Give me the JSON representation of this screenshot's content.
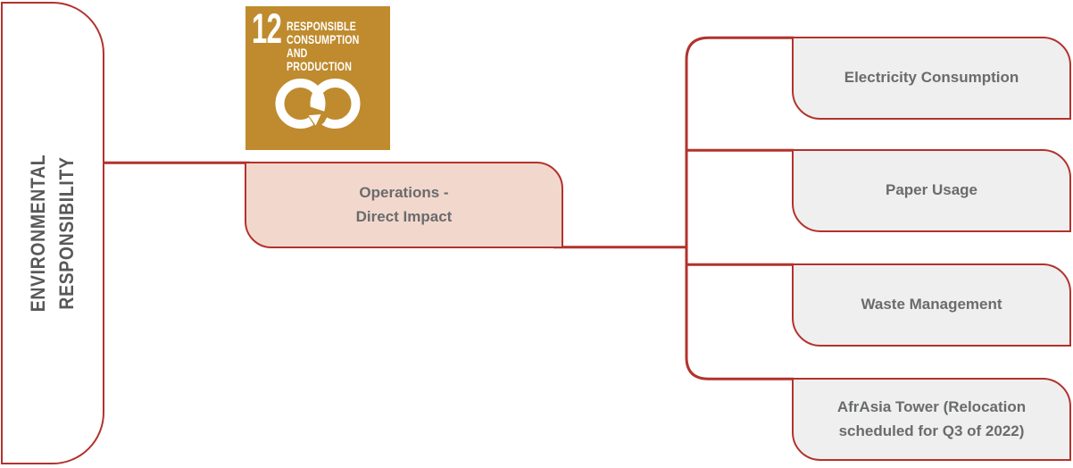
{
  "root": {
    "title": "ENVIRONMENTAL\nRESPONSIBILITY"
  },
  "sdg_badge": {
    "number": "12",
    "title": "RESPONSIBLE\nCONSUMPTION\nAND PRODUCTION",
    "icon": "infinity-loop-arrow-icon",
    "background": "#bf8b2e"
  },
  "mid_node": {
    "label": "Operations -\nDirect Impact",
    "fill": "#f2d8cc"
  },
  "leaf_nodes": [
    {
      "label": "Electricity Consumption"
    },
    {
      "label": "Paper Usage"
    },
    {
      "label": "Waste Management"
    },
    {
      "label": "AfrAsia Tower (Relocation\nscheduled for Q3 of 2022)"
    }
  ],
  "colors": {
    "connector_line": "#b2322d",
    "leaf_fill": "#efefef",
    "mid_fill": "#f2d8cc",
    "label_text": "#6a6b6d",
    "root_text": "#58585a",
    "sdg_gold": "#bf8b2e"
  }
}
